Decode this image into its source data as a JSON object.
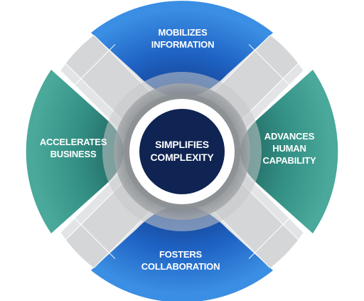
{
  "diagram": {
    "center": {
      "line1": "SIMPLIFIES",
      "line2": "COMPLEXITY"
    },
    "segments": {
      "top": {
        "line1": "MOBILIZES",
        "line2": "INFORMATION"
      },
      "left": {
        "line1": "ACCELERATES",
        "line2": "BUSINESS"
      },
      "right": {
        "line1": "ADVANCES",
        "line2": "HUMAN",
        "line3": "CAPABILITY"
      },
      "bottom": {
        "line1": "FOSTERS",
        "line2": "COLLABORATION"
      }
    },
    "colors": {
      "blue": "#2f7fd6",
      "blue_dark": "#1f5db5",
      "teal": "#3d9e91",
      "teal_dark": "#2a7c72",
      "navy": "#0f2452",
      "gray_light": "#e6e7e8",
      "gray_mid": "#c9cbcd",
      "gray_dark": "#9b9ea1"
    }
  }
}
